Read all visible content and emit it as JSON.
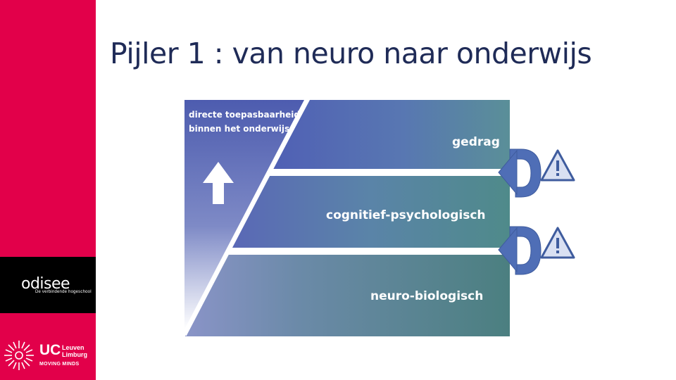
{
  "slide": {
    "title": "Pijler 1 : van neuro naar onderwijs"
  },
  "sidebar": {
    "odisee_logo": "odisee",
    "odisee_tagline": "De verbindende hogeschool",
    "uc_logo": "UC",
    "uc_sub_line1": "Leuven",
    "uc_sub_line2": "Limburg",
    "uc_tagline": "MOVING MINDS"
  },
  "diagram": {
    "side_label_line1": "directe toepasbaarheid",
    "side_label_line2": "binnen het onderwijs",
    "arrow_icon": "arrow-up-icon",
    "levels": [
      {
        "label": "gedrag"
      },
      {
        "label": "cognitief-psychologisch"
      },
      {
        "label": "neuro-biologisch"
      }
    ],
    "warning_icon": "warning-triangle-icon",
    "colors": {
      "dark_blue": "#4f5fb0",
      "teal": "#4d8a88",
      "sidebar": "#e2004a",
      "title": "#1f2b57"
    }
  }
}
